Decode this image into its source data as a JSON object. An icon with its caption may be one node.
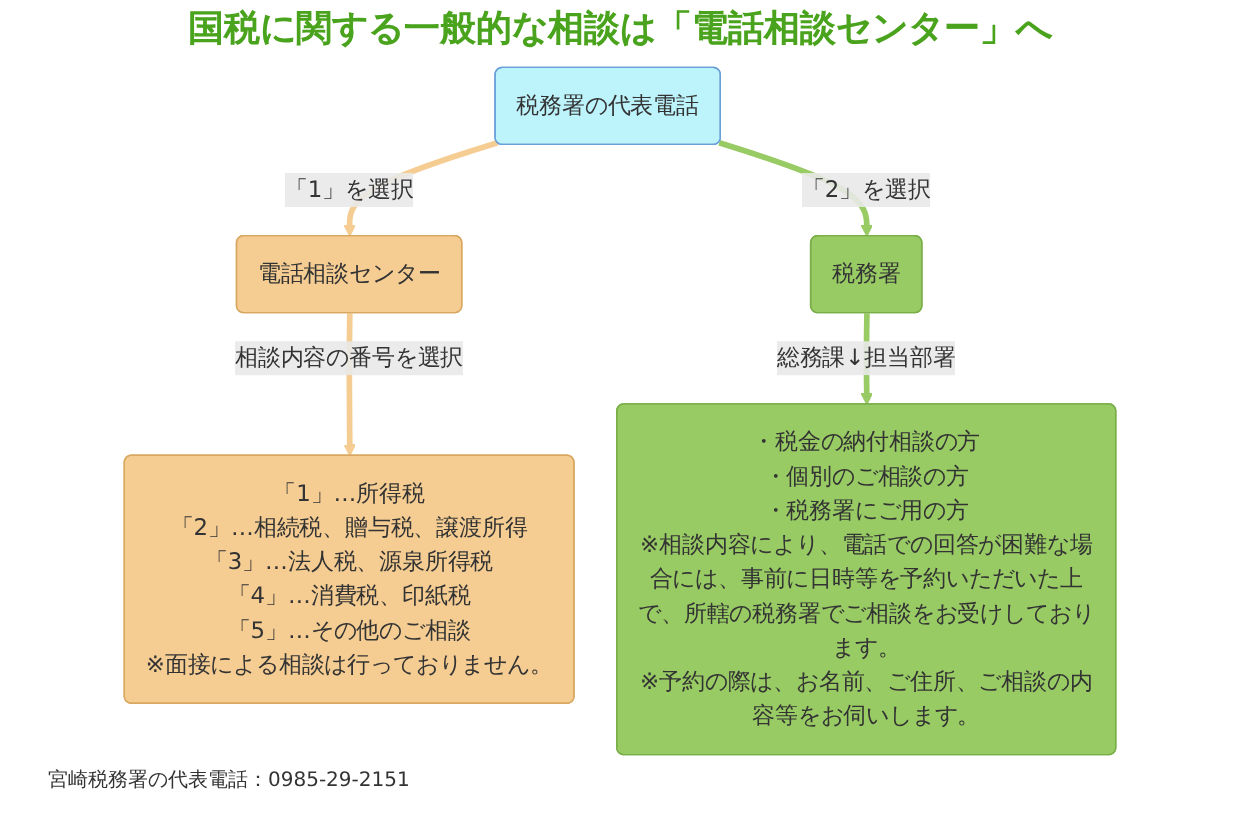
{
  "diagram": {
    "title": "国税に関する一般的な相談は「電話相談センター」へ",
    "caption": "宮崎税務署の代表電話：0985-29-2151",
    "nodes": [
      {
        "text": [
          "税務署の代表電話"
        ]
      },
      {
        "text": [
          "電話相談センター"
        ]
      },
      {
        "text": [
          "税務署"
        ]
      },
      {
        "text": [
          "「1」…所得税",
          "「2」…相続税、贈与税、譲渡所得",
          "「3」…法人税、源泉所得税",
          "「4」…消費税、印紙税",
          "「5」…その他のご相談",
          "※面接による相談は行っておりません。"
        ]
      },
      {
        "text": [
          "・税金の納付相談の方",
          "・個別のご相談の方",
          "・税務署にご用の方",
          "※相談内容により、電話での回答が困難な場合には、事前に日時等を予約いただいた上で、所轄の税務署でご相談をお受けしております。",
          "※予約の際は、お名前、ご住所、ご相談の内容等をお伺いします。"
        ]
      }
    ],
    "edges": [
      {
        "from": 0,
        "to": 1,
        "arrow": "to",
        "label": "「1」を選択",
        "color": "#f5cd93"
      },
      {
        "from": 0,
        "to": 2,
        "arrow": "to",
        "label": "「2」を選択",
        "color": "#98cb64"
      },
      {
        "from": 1,
        "to": 3,
        "arrow": "to",
        "label": "相談内容の番号を選択",
        "color": "#f5cd93"
      },
      {
        "from": 2,
        "to": 4,
        "arrow": "to",
        "label": "総務課↓担当部署",
        "color": "#98cb64"
      }
    ]
  }
}
